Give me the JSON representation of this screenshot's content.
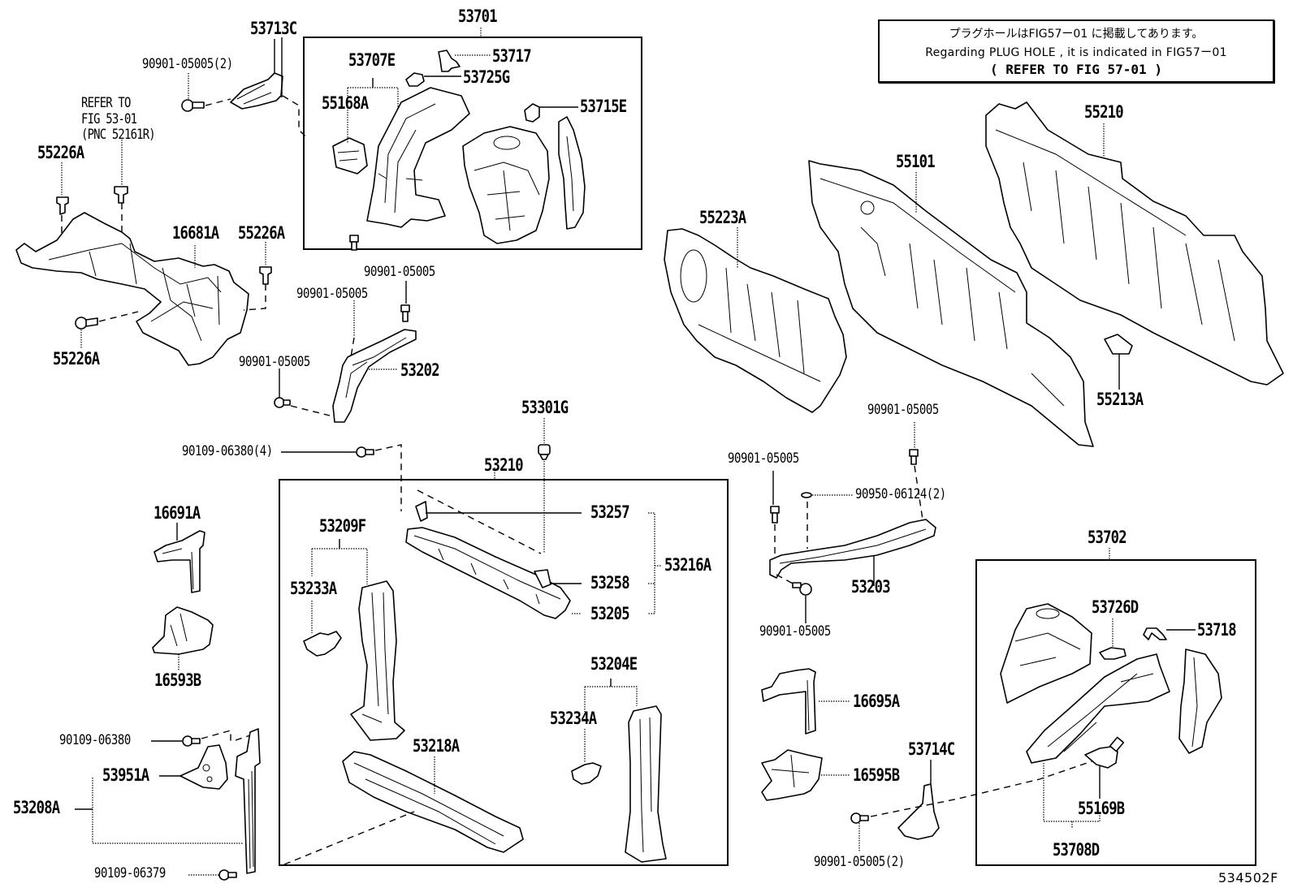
{
  "note": {
    "line_jp": "プラグホールはFIG57ー01 に掲載してあります。",
    "line_en": "Regarding PLUG HOLE , it is indicated in FIG57ー01",
    "line_ref": "(  REFER TO FIG 57-01  )"
  },
  "figure_id": "534502F",
  "reference_note": "REFER TO\nFIG 53-01\n(PNC 52161R)",
  "groups": {
    "g53701": "53701",
    "g53210": "53210",
    "g53702": "53702"
  },
  "labels": {
    "p53713C": "53713C",
    "p90901_05005_2a": "90901-05005(2)",
    "p55226A_top": "55226A",
    "p16681A": "16681A",
    "p55226A_mid": "55226A",
    "p55226A_bot": "55226A",
    "p53707E": "53707E",
    "p55168A": "55168A",
    "p53717": "53717",
    "p53725G": "53725G",
    "p53715E": "53715E",
    "p90901_05005_a": "90901-05005",
    "p90901_05005_b": "90901-05005",
    "p90901_05005_c": "90901-05005",
    "p53202": "53202",
    "p90109_06380_4": "90109-06380(4)",
    "p53301G": "53301G",
    "p53257": "53257",
    "p53258": "53258",
    "p53205": "53205",
    "p53216A": "53216A",
    "p53209F": "53209F",
    "p53233A": "53233A",
    "p53218A": "53218A",
    "p53204E": "53204E",
    "p53234A": "53234A",
    "p16691A": "16691A",
    "p16593B": "16593B",
    "p90109_06380": "90109-06380",
    "p53951A": "53951A",
    "p53208A": "53208A",
    "p90109_06379": "90109-06379",
    "p55210": "55210",
    "p55101": "55101",
    "p55223A": "55223A",
    "p55213A": "55213A",
    "p90901_05005_d": "90901-05005",
    "p90901_05005_e": "90901-05005",
    "p90950_06124_2": "90950-06124(2)",
    "p53203": "53203",
    "p90901_05005_f": "90901-05005",
    "p16695A": "16695A",
    "p16595B": "16595B",
    "p53714C": "53714C",
    "p90901_05005_2b": "90901-05005(2)",
    "p53726D": "53726D",
    "p53718": "53718",
    "p55169B": "55169B",
    "p53708D": "53708D"
  }
}
